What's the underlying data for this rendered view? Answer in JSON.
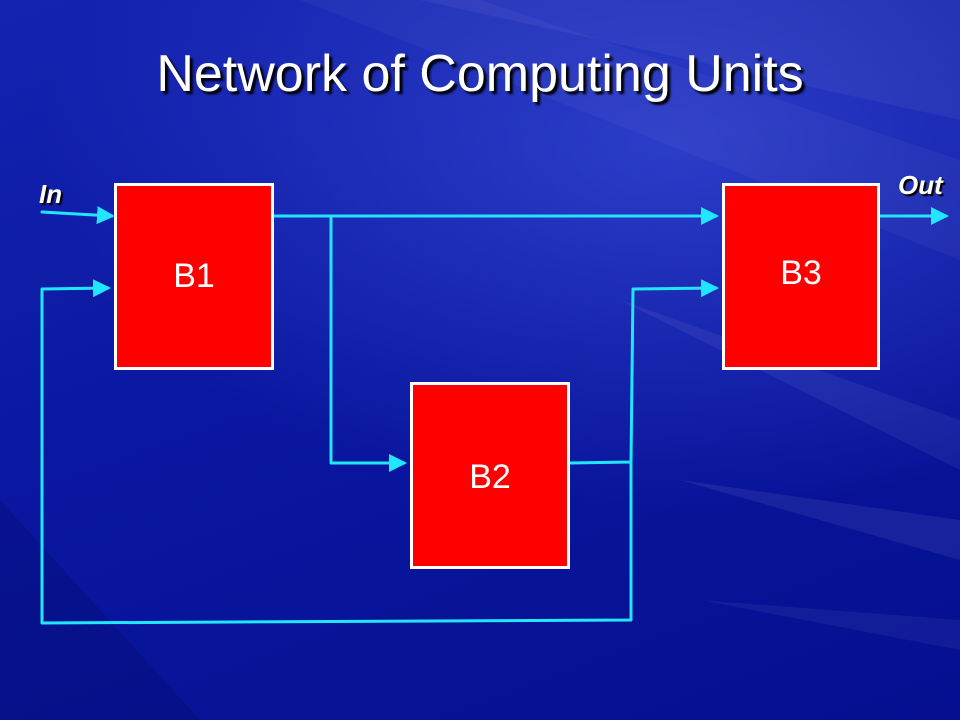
{
  "slide": {
    "title": "Network of Computing Units"
  },
  "blocks": {
    "b1": "B1",
    "b2": "B2",
    "b3": "B3"
  },
  "io": {
    "input": "In",
    "output": "Out"
  },
  "colors": {
    "background": "#0a17a0",
    "block_fill": "#ff0000",
    "block_border": "#ffffff",
    "connector": "#22e6ff",
    "text": "#ffffff"
  }
}
